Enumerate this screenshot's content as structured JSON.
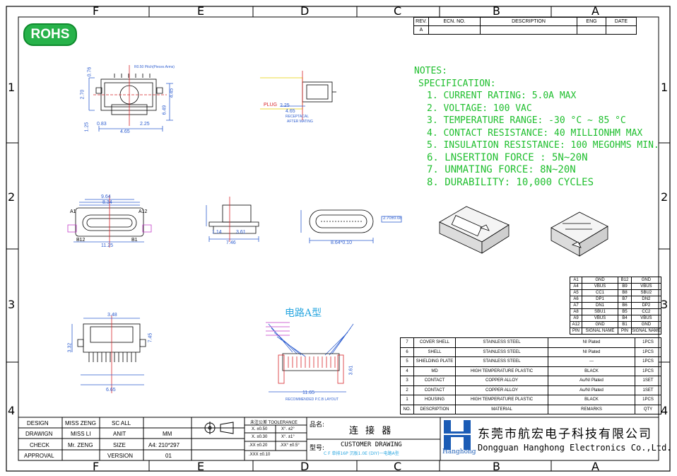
{
  "zones_top": [
    "F",
    "E",
    "D",
    "C",
    "B",
    "A"
  ],
  "zones_bottom": [
    "F",
    "E",
    "D",
    "C",
    "B",
    "A"
  ],
  "zones_left": [
    "1",
    "2",
    "3",
    "4"
  ],
  "zones_right": [
    "1",
    "2",
    "3",
    "4"
  ],
  "rohs": "ROHS",
  "revision_table": {
    "headers": [
      "REV.",
      "ECN. NO.",
      "DESCRIPTION",
      "ENG",
      "DATE"
    ],
    "rows": [
      [
        "A",
        "",
        "",
        "",
        ""
      ]
    ]
  },
  "notes": {
    "title": "NOTES:",
    "spec_title": "SPECIFICATION:",
    "items": [
      "1. CURRENT RATING: 5.0A MAX",
      "2. VOLTAGE: 100 VAC",
      "3. TEMPERATURE RANGE: -30 °C ~ 85 °C",
      "4. CONTACT RESISTANCE: 40 MILLIONHM MAX",
      "5. INSULATION RESISTANCE: 100 MEGOHMS MIN.",
      "6. LNSERTION FORCE : 5N~20N",
      "7. UNMATING FORCE: 8N~20N",
      "8. DURABILITY:    10,000 CYCLES"
    ]
  },
  "drawing_labels": {
    "pitch_note": "R0.50 Pitch(Pieces Arms)",
    "plug": "PLUG",
    "receptacle": "RECEPTACAL",
    "after_mating": "AFTER MATING",
    "circuit_a": "电路A型",
    "pcb_layout": "RECOMMENDED P.C.B LAYOUT",
    "a1": "A1",
    "a12": "A12",
    "b12": "B12",
    "b1": "B1",
    "dims": {
      "d_0_76": "0.76",
      "d_2_70": "2.70",
      "d_4_45": "4.45",
      "d_6_49": "6.49",
      "d_0_83": "0.83",
      "d_1_25": "1.25",
      "d_2_25": "2.25",
      "d_4_65": "4.65",
      "d_9_64": "9.64",
      "d_8_34": "8.34",
      "d_11_25": "11.25",
      "d_7_46": "7.46",
      "d_1_14": "1.14",
      "d_3_61": "3.61",
      "d_3_48": "3.48",
      "d_7_45": "7.45",
      "d_3_32": "3.32",
      "d_11_65": "11.65",
      "d_8_64x10": "8.64*0.10",
      "d_2_70x0_8": "2.70±0.08",
      "d_6_65": "6.65"
    }
  },
  "pin_table": {
    "rows": [
      [
        "A1",
        "GND",
        "B12",
        "GND"
      ],
      [
        "A4",
        "VBUS",
        "B9",
        "VBUS"
      ],
      [
        "A5",
        "CC1",
        "B8",
        "SBU2"
      ],
      [
        "A6",
        "DP1",
        "B7",
        "DN2"
      ],
      [
        "A7",
        "DN1",
        "B6",
        "DP2"
      ],
      [
        "A8",
        "SBU1",
        "B5",
        "CC2"
      ],
      [
        "A9",
        "VBUS",
        "B4",
        "VBUS"
      ],
      [
        "A12",
        "GND",
        "B1",
        "GND"
      ]
    ],
    "footer": [
      "PIN",
      "SIGNAL NAME",
      "PIN",
      "SIGNAL NAME"
    ]
  },
  "bom_table": {
    "rows": [
      [
        "7",
        "COVER SHELL",
        "STAINLESS STEEL",
        "NI Plated",
        "1PCS"
      ],
      [
        "6",
        "SHELL",
        "STAINLESS STEEL",
        "NI Plated",
        "1PCS"
      ],
      [
        "5",
        "SHIELDING PLATE",
        "STAINLESS STEEL",
        "---",
        "1PCS"
      ],
      [
        "4",
        "MD",
        "HIGH TEMPERATURE PLASTIC",
        "BLACK",
        "1PCS"
      ],
      [
        "3",
        "CONTACT",
        "COPPER ALLOY",
        "Au/NI Plated",
        "1SET"
      ],
      [
        "2",
        "CONTACT",
        "COPPER ALLOY",
        "Au/NI Plated",
        "1SET"
      ],
      [
        "1",
        "HOUSING",
        "HIGH TEMPERATURE PLASTIC",
        "BLACK",
        "1PCS"
      ]
    ],
    "header": [
      "NO.",
      "DESCRIPTION",
      "MATERIAL",
      "REMARKS",
      "QTY"
    ]
  },
  "title_block": {
    "design_label": "DESIGN",
    "design_name": "MISS ZENG",
    "design_value": "SC ALL",
    "drawing_label": "DRAWIGN",
    "drawing_name": "MISS LI",
    "unit_label": "ANIT",
    "unit_value": "MM",
    "check_label": "CHECK",
    "check_name": "Mr. ZENG",
    "size_label": "SIZE",
    "size_value": "A4: 210*297",
    "approval_label": "APPROVAL",
    "version_label": "VERSION",
    "version_value": "01",
    "tolerance_title": "未注公差 TOOLERANCE",
    "tol": [
      "X. ±0.50",
      "X°. ±2°",
      "X. ±0.30",
      "X°. ±1°",
      ".XX ±0.20",
      ".XX° ±0.5°",
      ".XXX ±0.10"
    ],
    "product_label": "品名:",
    "product_name": "连 接 器",
    "model_label": "型号:",
    "customer_drawing": "CUSTOMER DRAWING",
    "model_value": "C F 单排16P 沉板1.0E (DIY)一电路A型",
    "company_cn": "东莞市航宏电子科技有限公司",
    "company_en": "Dongguan Hanghong Electronics Co.,Ltd.",
    "logo_name": "Hanghong"
  },
  "colors": {
    "notes_green": "#1fbf2e",
    "rohs_green": "#27b24a",
    "dim_red": "#d7262a",
    "dim_blue": "#2f5fd0",
    "circuit_cyan": "#2aa7e0",
    "logo_blue": "#1a5bb5",
    "pad_magenta": "#c13bc7",
    "plug_yellow": "#e8d000"
  }
}
